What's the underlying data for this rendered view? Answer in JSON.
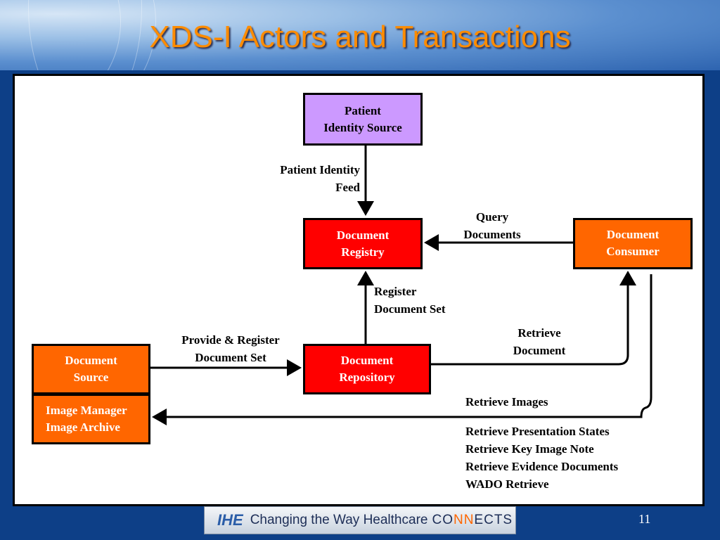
{
  "slide": {
    "title": "XDS-I Actors and Transactions",
    "page_number": "11"
  },
  "footer": {
    "logo": "IHE",
    "tagline_start": "Changing the Way Healthcare",
    "tagline_connects_a": "CO",
    "tagline_connects_b": "NN",
    "tagline_connects_c": "ECTS"
  },
  "actors": {
    "patient_identity_source": {
      "line1": "Patient",
      "line2": "Identity Source",
      "fill": "#cc99ff"
    },
    "document_registry": {
      "line1": "Document",
      "line2": "Registry",
      "fill": "#ff0000"
    },
    "document_consumer": {
      "line1": "Document",
      "line2": "Consumer",
      "fill": "#ff6600"
    },
    "document_source": {
      "line1": "Document",
      "line2": "Source",
      "fill": "#ff6600"
    },
    "image_manager": {
      "line1": "Image Manager",
      "line2": "Image Archive",
      "fill": "#ff6600"
    },
    "document_repository": {
      "line1": "Document",
      "line2": "Repository",
      "fill": "#ff0000"
    }
  },
  "transactions": {
    "patient_identity_feed": {
      "line1": "Patient Identity",
      "line2": "Feed"
    },
    "query_documents": {
      "line1": "Query",
      "line2": "Documents"
    },
    "register_document_set": {
      "line1": "Register",
      "line2": "Document Set"
    },
    "provide_register": {
      "line1": "Provide & Register",
      "line2": "Document Set"
    },
    "retrieve_document": {
      "line1": "Retrieve",
      "line2": "Document"
    },
    "retrieve_images": "Retrieve Images",
    "imaging_transactions": [
      "Retrieve Presentation States",
      "Retrieve Key Image Note",
      "Retrieve Evidence Documents",
      "WADO Retrieve"
    ]
  }
}
